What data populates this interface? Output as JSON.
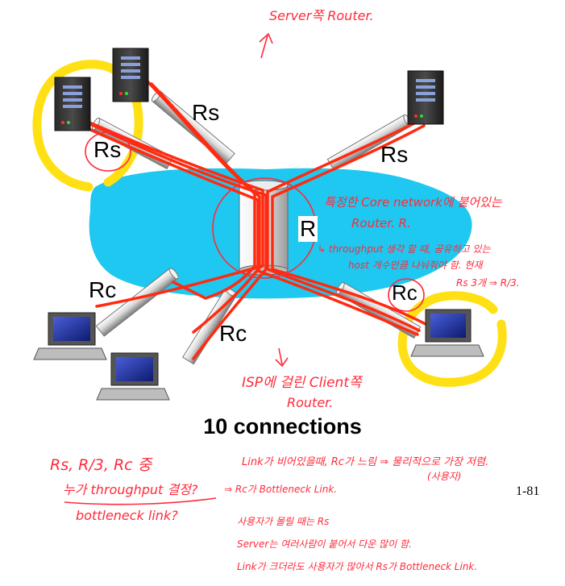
{
  "diagram": {
    "title": "10 connections",
    "page_number": "1-81",
    "link_labels": {
      "rs_top": "Rs",
      "rs_left": "Rs",
      "rs_right": "Rs",
      "r_core": "R",
      "rc_left": "Rc",
      "rc_mid": "Rc",
      "rc_right": "Rc"
    }
  },
  "annotations": {
    "server_router": "Server쪽 Router.",
    "core_note_1": "특정한 Core network에 붙어있는",
    "core_note_2": "Router. R.",
    "throughput_1": "↳ throughput 생각 할 때, 공유하고 있는",
    "throughput_2": "host 개수만큼 나눠줘야 함. 현재",
    "throughput_3": "Rs 3개 ⇒ R/3.",
    "isp_1": "ISP에 걸린 Client쪽",
    "isp_2": "Router.",
    "q_1": "Rs, R/3, Rc 중",
    "q_2": "누가 throughput 결정?",
    "q_3": "bottleneck link?",
    "ans_1": "Link가 비어있을때, Rc가 느림 ⇒ 물리적으로 가장 저렴.",
    "ans_1b": "(사용자)",
    "ans_2": "⇒ Rc가 Bottleneck Link.",
    "ans_3": "사용자가 몰릴 때는 Rs",
    "ans_4": "Server는 여러사람이 붙어서 다운 많이 함.",
    "ans_5": "Link가 크더라도 사용자가 많아서 Rs가 Bottleneck Link."
  },
  "colors": {
    "cloud": "#1ec8f0",
    "link_red": "#ff2a10",
    "ink_red": "#ff2a3a",
    "highlight_yellow": "#ffe014"
  }
}
